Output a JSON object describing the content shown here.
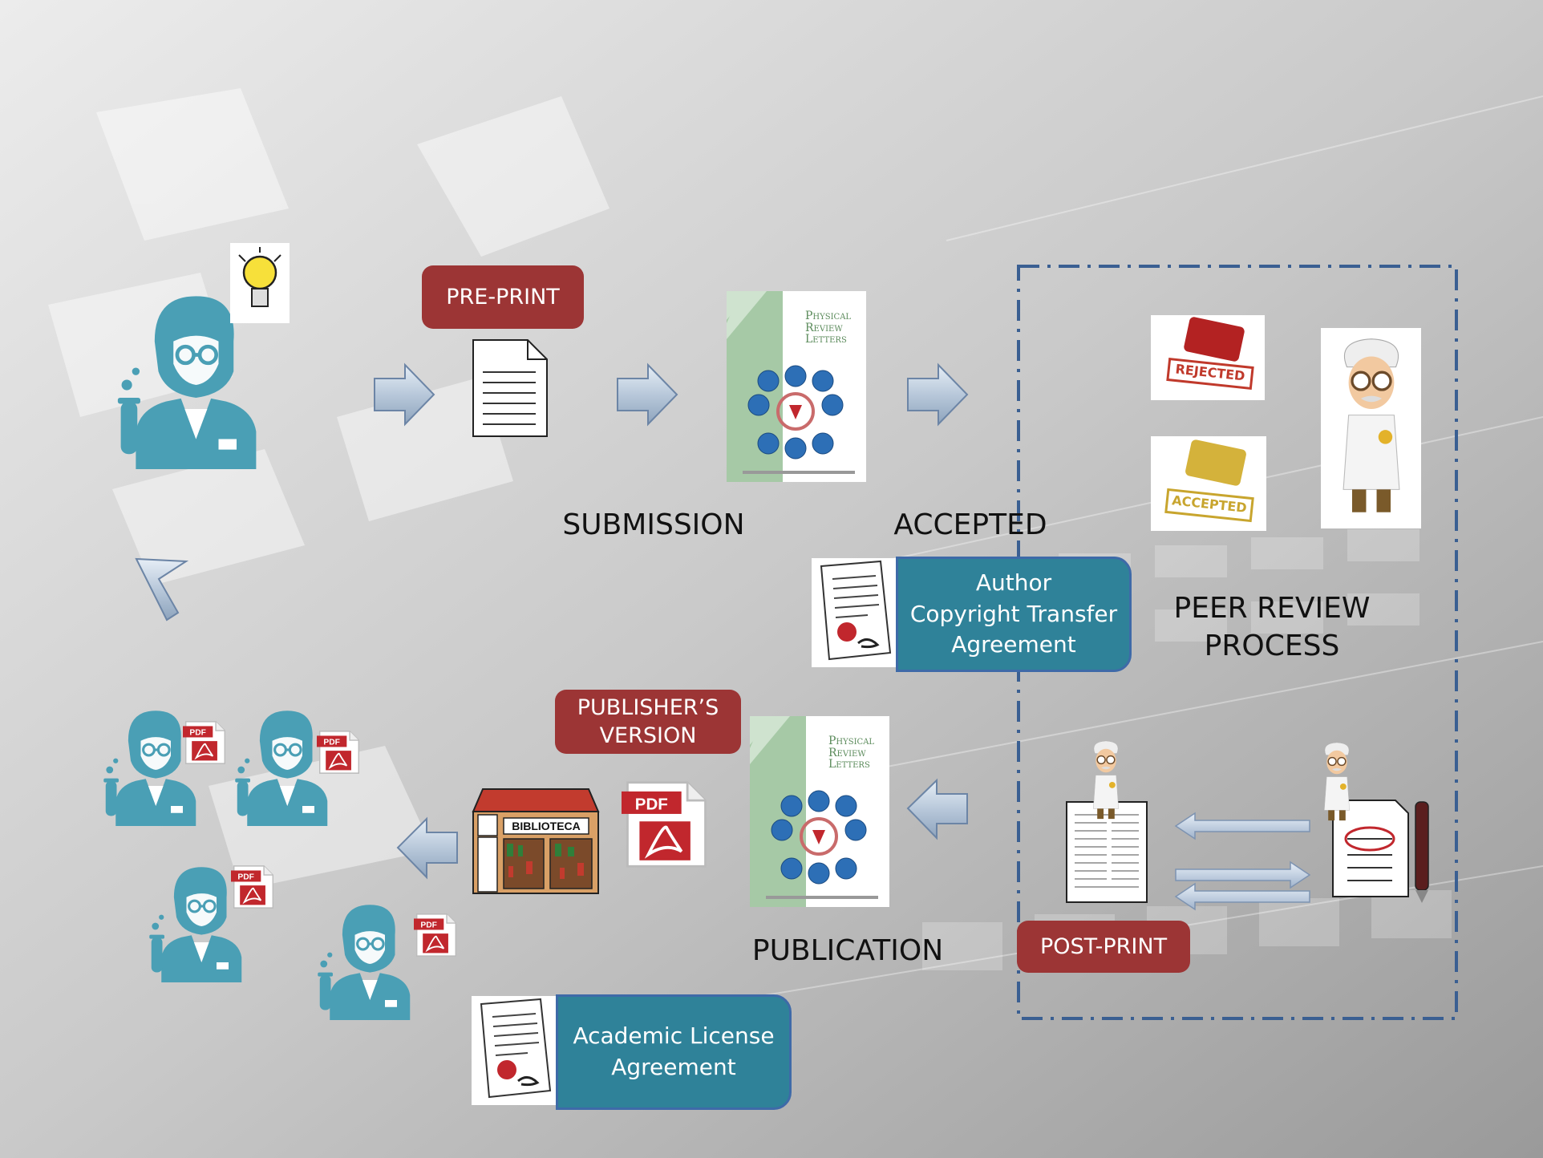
{
  "labels": {
    "pre_print": "PRE-PRINT",
    "submission": "SUBMISSION",
    "accepted": "ACCEPTED",
    "author_agreement": [
      "Author",
      "Copyright Transfer",
      "Agreement"
    ],
    "peer_review": [
      "PEER REVIEW",
      "PROCESS"
    ],
    "publishers_version": [
      "PUBLISHER’S",
      "VERSION"
    ],
    "publication": "PUBLICATION",
    "post_print": "POST-PRINT",
    "academic_license": [
      "Academic License",
      "Agreement"
    ]
  },
  "stamps": {
    "rejected": "REJECTED",
    "accepted": "ACCEPTED"
  },
  "journal": {
    "title": [
      "Physical",
      "Review",
      "Letters"
    ]
  },
  "pdf_badge": "PDF",
  "library_sign": "BIBLIOTECA",
  "colors": {
    "teal": "#4a9fb5",
    "box_red": "#9c3535",
    "box_blue": "#2f8299",
    "dash_border": "#3a5f92",
    "arrow": "#a9bcd0"
  }
}
